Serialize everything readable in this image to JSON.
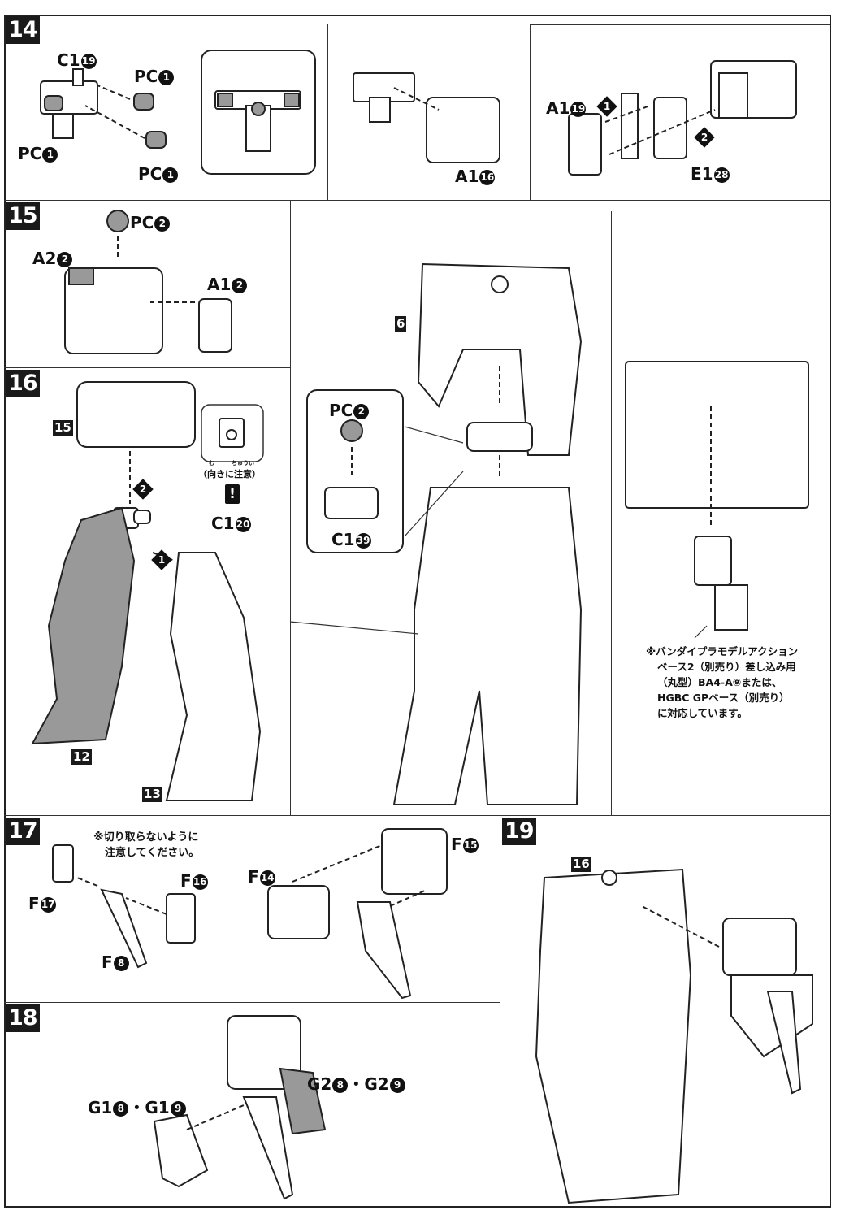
{
  "steps": {
    "s14": "14",
    "s15": "15",
    "s16": "16",
    "s17": "17",
    "s18": "18",
    "s19": "19"
  },
  "step14": {
    "c1": {
      "part": "C1",
      "num": "19"
    },
    "pc_a": {
      "part": "PC",
      "num": "1"
    },
    "pc_b": {
      "part": "PC",
      "num": "1"
    },
    "pc_c": {
      "part": "PC",
      "num": "1"
    },
    "a1_16": {
      "part": "A1",
      "num": "16"
    },
    "a1_19": {
      "part": "A1",
      "num": "19"
    },
    "e1": {
      "part": "E1",
      "num": "28"
    },
    "order": [
      "1",
      "2"
    ]
  },
  "step15": {
    "pc": {
      "part": "PC",
      "num": "2"
    },
    "a2": {
      "part": "A2",
      "num": "2"
    },
    "a1": {
      "part": "A1",
      "num": "2"
    }
  },
  "step16": {
    "ref_15": "15",
    "ref_12": "12",
    "ref_13": "13",
    "c1": {
      "part": "C1",
      "num": "20"
    },
    "order": [
      "2",
      "1"
    ],
    "caution": "（向きに注意）",
    "caution_ruby": "む　　　ちゅうい",
    "caution_mark": "!"
  },
  "middle": {
    "ref_6": "6",
    "pc": {
      "part": "PC",
      "num": "2"
    },
    "c1": {
      "part": "C1",
      "num": "39"
    },
    "note": [
      "※バンダイプラモデルアクション",
      "ベース2（別売り）差し込み用",
      "（丸型）BA4-A⑨または、",
      "HGBC GPベース（別売り）",
      "に対応しています。"
    ]
  },
  "step17": {
    "note": [
      "※切り取らないように",
      "注意してください。"
    ],
    "f17": {
      "part": "F",
      "num": "17"
    },
    "f16": {
      "part": "F",
      "num": "16"
    },
    "f8": {
      "part": "F",
      "num": "8"
    },
    "f14": {
      "part": "F",
      "num": "14"
    },
    "f15": {
      "part": "F",
      "num": "15"
    }
  },
  "step18": {
    "g1": {
      "part": "G1",
      "num": "8",
      "sep": "・",
      "part2": "G1",
      "num2": "9"
    },
    "g2": {
      "part": "G2",
      "num": "8",
      "sep": "・",
      "part2": "G2",
      "num2": "9"
    }
  },
  "step19": {
    "ref_16": "16"
  }
}
